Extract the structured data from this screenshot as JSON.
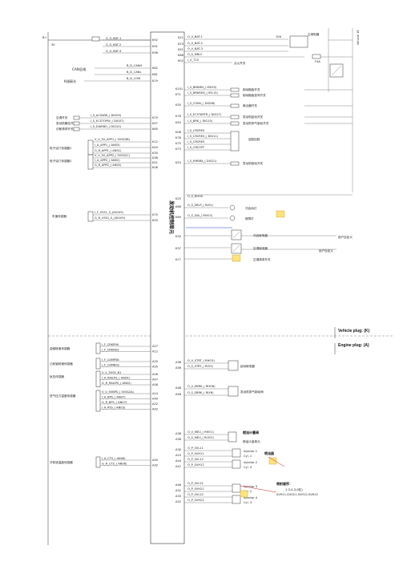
{
  "ecu": {
    "label": "发动机控制单元"
  },
  "battery": {
    "pin": "B+",
    "note": "30"
  },
  "top_wires": [
    "G_G_BAT-1",
    "G_G_BAT-2",
    "G_G_BAT-3"
  ],
  "top_pins": [
    "K92",
    "K91",
    "K96"
  ],
  "can": {
    "label": "CAN总线",
    "wires": [
      "B_D_CANH",
      "B_D_CANL"
    ],
    "pins": [
      "K62",
      "K81"
    ]
  },
  "k_line": {
    "label": "K线接头",
    "wire": "B_D_COM",
    "pin": "K19"
  },
  "relay_top": {
    "label": "主继电器",
    "fuse": "10A",
    "fuse2": "F4A",
    "wires": [
      "O_V_BAT-1",
      "O_V_BAT-2",
      "O_V_BAT-3",
      "O_S_MRLY",
      "I_V_T15"
    ],
    "pins": [
      "K21",
      "K23",
      "K51",
      "K86",
      "K02"
    ],
    "ign": "点火开关",
    "right_tag": "Vehicle 15"
  },
  "brake": {
    "wires": [
      "I_S_BRKMN_( IR033)",
      "I_S_BRKRED_( IR115)"
    ],
    "pins": [
      "K101",
      "K71"
    ],
    "labels": [
      "制动踏板开关",
      "制动踏板信号开关"
    ]
  },
  "clutch": {
    "wire": "I_S_CONV_( DIG08)",
    "pin": "K35",
    "label": "离合器开关"
  },
  "crank_switch": {
    "wires": [
      "I_S_ECSTARTR_( DIG27)",
      "I_S_BRK_( DIG15)"
    ],
    "pins": [
      "K76",
      "K54"
    ],
    "labels": [
      "发动机起动开关",
      "发动机排气制动开关"
    ]
  },
  "cruise": {
    "wires": [
      "I_S_CRCRES",
      "I_S_CRCRES_( DIG11)",
      "I_S_CRCRES",
      "I_S_CRCOFF"
    ],
    "pins": [
      "K06",
      "K78",
      "K75",
      "K73"
    ],
    "label": "巡航控制"
  },
  "exhaust_brake": {
    "wire": "I_S_EMBRA_( DIG21)",
    "pin": "K53",
    "label": "发动机制动开关"
  },
  "left_inputs": [
    {
      "label": "空调开关",
      "wire": "I_S_ACSWW_( DIG09)",
      "pin": "K79"
    },
    {
      "label": "发动机暖控开关",
      "wire": "I_S_ECSTOPW_( DIG07)",
      "pin": "K57"
    },
    {
      "label": "诊断请求开关",
      "wire": "I_S_DIARBO_( DIG10)",
      "pin": "K65"
    }
  ],
  "pedal1": {
    "label": "电子油门传感器1",
    "wires": [
      "V_V_5V_APP1_( 5VSS3B)",
      "I_A_APP1_( AN03)",
      "G_R_APP1_( AN01)"
    ],
    "pins": [
      "K12",
      "K49",
      "K30"
    ]
  },
  "pedal2": {
    "label": "电子油门传感器2",
    "wires": [
      "V_V_5V_APP2_( 5VSS2C)",
      "I_A_APP2_( AN02)",
      "G_R_APP2_( AN02)"
    ],
    "pins": [
      "K36",
      "K51",
      "K08"
    ]
  },
  "speed": {
    "label": "车速传感器",
    "wires": [
      "I_F_VSS1_S_(DIG09)",
      "G_R_VSS1_S_(DIG09)"
    ],
    "pins": [
      "K70",
      "K93"
    ]
  },
  "lamps": {
    "wires": [
      "O_V_RHOS",
      "O_S_ERLP_( RLY2)",
      "O_S_DIA_( RHO3)"
    ],
    "pins": [
      "K25",
      "K66",
      "K69"
    ],
    "labels": [
      "冷启动灯",
      "故障灯"
    ]
  },
  "relays": {
    "wires": [
      "K30",
      "K37",
      "K77"
    ],
    "labels": [
      "冷启继电器",
      "空调继电器",
      "空调请求开关"
    ],
    "right": [
      "用户自定义",
      "用户自定义"
    ]
  },
  "vehicle_plug": "Vehicle plug: (K)",
  "engine_plug": "Engine plug: (A)",
  "sensors": [
    {
      "label": "曲轴转速传感器",
      "wires": [
        "I_F_CRKP06",
        "I_F_CRKN03"
      ],
      "pins": [
        "A27",
        "A12"
      ]
    },
    {
      "label": "凸轮轴转速传感器",
      "wires": [
        "I_F_CAMP08",
        "I_F_CAMN02"
      ],
      "pins": [
        "A20",
        "A05"
      ]
    },
    {
      "label": "轨压传感器",
      "wires": [
        "V_V_5VSS_B1",
        "I_A_RAILPS_( AN04)",
        "G_R_RAILPS_( AN02)"
      ],
      "pins": [
        "A26",
        "A07",
        "A08"
      ]
    },
    {
      "label": "进气压力温度传感器",
      "wires": [
        "V_V_5VBPS_( 5VSS2A)",
        "I_A_BPS_( AN07)",
        "G_R_BPS_( AN07)",
        "I_A_RTS_( AN03)"
      ],
      "pins": [
        "A14",
        "A40",
        "A22",
        "A02"
      ]
    },
    {
      "label": "冷却液温度传感器",
      "wires": [
        "I_A_CTS_( AN06)",
        "G_R_CTS_( AN06)"
      ],
      "pins": [
        "A50",
        "A32"
      ]
    }
  ],
  "actuators": [
    {
      "label": "起动继电器",
      "wires": [
        "O_V_STRT_( RHO3)",
        "O_S_STRT_( RLY3)"
      ],
      "pins": [
        "A36",
        "A56"
      ]
    },
    {
      "label": "发动机排气制动阀",
      "wires": [
        "O_V_EBRK_( RHO6)",
        "O_S_EBRK_( RLY6)"
      ],
      "pins": [
        "A48",
        "A56"
      ]
    }
  ],
  "meu": {
    "title": "燃油计量阀",
    "sub": "燃油计量单元",
    "wires": [
      "O_V_MEU_( RHO1)",
      "O_S_MEU_( RLY01)"
    ],
    "pins": [
      "A38",
      "A58"
    ]
  },
  "injectors_a": {
    "wires": [
      "O_P_SVL11",
      "O_P_SVH11",
      "O_P_SVL12",
      "O_P_SVH12"
    ],
    "pins": [
      "A30",
      "A10",
      "A44",
      "A47"
    ],
    "labels": [
      "Injector 1",
      "Cyl. 1",
      "Injector 2",
      "Cyl. 4"
    ],
    "note": "喷油器"
  },
  "injectors_b": {
    "wires": [
      "O_P_SVL21",
      "O_P_SVH21",
      "O_P_SVL22",
      "O_P_SVH22"
    ],
    "pins": [
      "A46",
      "A31",
      "A33",
      "A52"
    ],
    "labels": [
      "Injector 3",
      "Cyl. 2",
      "Injector 4",
      "Cyl. 3"
    ],
    "note": "喷射顺序：",
    "order1": "1-3-4-2(4缸)",
    "order2": "SVH11-SVH21-SVH12-SVH22"
  }
}
